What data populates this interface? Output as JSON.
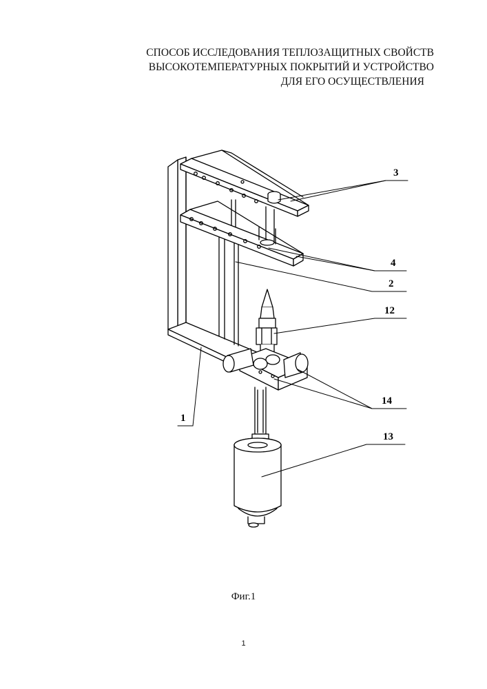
{
  "title": {
    "line1": "СПОСОБ ИССЛЕДОВАНИЯ ТЕПЛОЗАЩИТНЫХ СВОЙСТВ",
    "line2": "ВЫСОКОТЕМПЕРАТУРНЫХ ПОКРЫТИЙ И УСТРОЙСТВО",
    "line3": "ДЛЯ ЕГО ОСУЩЕСТВЛЕНИЯ"
  },
  "callouts": {
    "c1": "1",
    "c2": "2",
    "c3": "3",
    "c4": "4",
    "c12": "12",
    "c13": "13",
    "c14": "14"
  },
  "caption": "Фиг.1",
  "page_number": "1"
}
